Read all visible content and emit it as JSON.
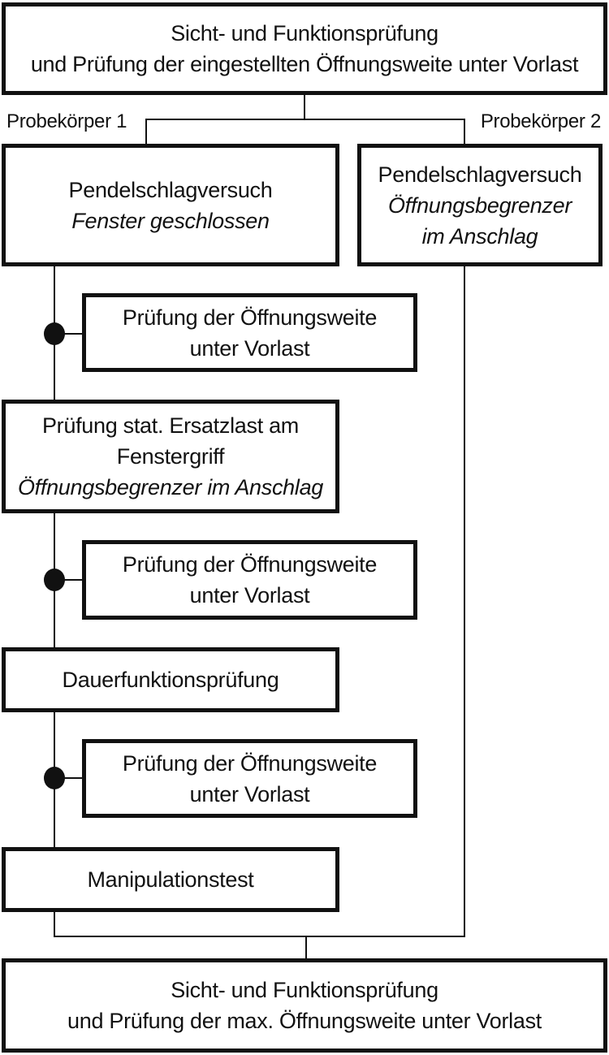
{
  "colors": {
    "ink": "#111111",
    "background": "#ffffff"
  },
  "flowchart": {
    "start": {
      "line1": "Sicht- und Funktionsprüfung",
      "line2": "und Prüfung der eingestellten Öffnungsweite unter Vorlast"
    },
    "branch_left_label": "Probekörper 1",
    "branch_right_label": "Probekörper 2",
    "pendulum_closed": {
      "line1": "Pendelschlagversuch",
      "line2": "Fenster geschlossen"
    },
    "pendulum_limiter": {
      "line1": "Pendelschlagversuch",
      "line2": "Öffnungsbegrenzer",
      "line3": "im Anschlag"
    },
    "opening_check_1": {
      "line1": "Prüfung der Öffnungsweite",
      "line2": "unter Vorlast"
    },
    "static_load": {
      "line1": "Prüfung stat. Ersatzlast am",
      "line2": "Fenstergriff",
      "line3": "Öffnungsbegrenzer im Anschlag"
    },
    "opening_check_2": {
      "line1": "Prüfung der Öffnungsweite",
      "line2": "unter Vorlast"
    },
    "endurance": {
      "line1": "Dauerfunktionsprüfung"
    },
    "opening_check_3": {
      "line1": "Prüfung der Öffnungsweite",
      "line2": "unter Vorlast"
    },
    "manipulation": {
      "line1": "Manipulationstest"
    },
    "end": {
      "line1": "Sicht- und Funktionsprüfung",
      "line2": "und Prüfung der max. Öffnungsweite unter Vorlast"
    }
  }
}
